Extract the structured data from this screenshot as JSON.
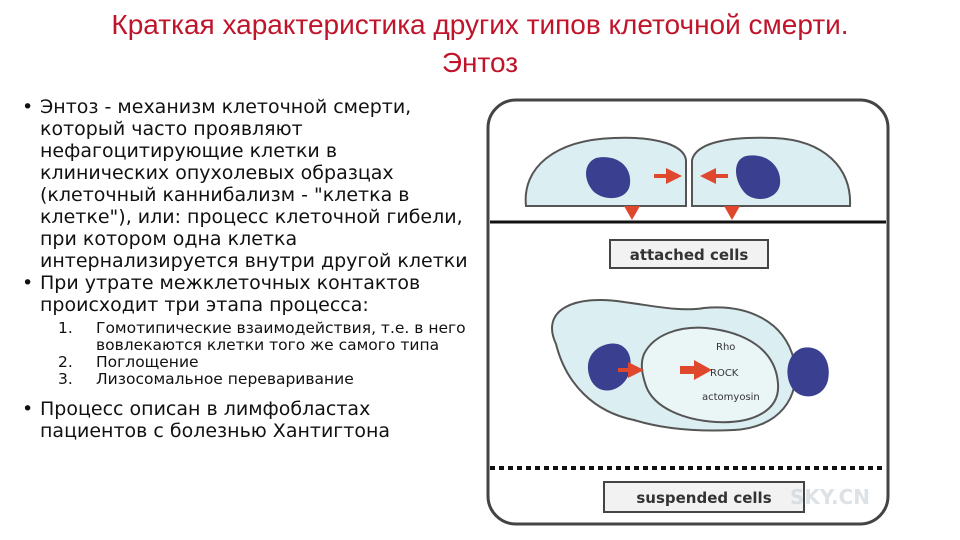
{
  "slide": {
    "title_line1": "Краткая характеристика других типов клеточной смерти.",
    "title_line2": "Энтоз"
  },
  "bullets": [
    {
      "text": "Энтоз - механизм клеточной смерти, который часто проявляют нефагоцитирующие клетки в клинических опухолевых образцах (клеточный каннибализм - \"клетка в клетке\"), или: процесс клеточной гибели, при котором одна клетка интернализируется внутри другой клетки"
    },
    {
      "text": "При утрате межклеточных контактов происходит три этапа процесса:"
    },
    {
      "text": "Процесс описан в лимфобластах пациентов с болезнью Хантигтона"
    }
  ],
  "stages": [
    {
      "num": "1.",
      "text": "Гомотипические взаимодействия, т.е. в него вовлекаются клетки того же самого типа"
    },
    {
      "num": "2.",
      "text": "Поглощение"
    },
    {
      "num": "3.",
      "text": "Лизосомальное переваривание"
    }
  ],
  "figure": {
    "attached_label": "attached cells",
    "suspended_label": "suspended cells",
    "rho_label": "Rho",
    "rock_label": "ROCK",
    "actomyosin_label": "actomyosin",
    "watermark": "SKY.CN",
    "colors": {
      "cell_fill": "#dbeef1",
      "nucleus": "#3a3f8f",
      "arrow": "#e0482e",
      "outline": "#555555"
    }
  }
}
